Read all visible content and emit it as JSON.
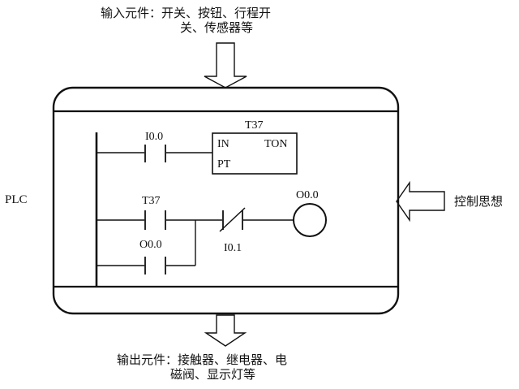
{
  "input_caption": {
    "line1": "输入元件：开关、按钮、行程开",
    "line2": "关、传感器等"
  },
  "output_caption": {
    "line1": "输出元件：接触器、继电器、电",
    "line2": "磁阀、显示灯等"
  },
  "plc_label": "PLC",
  "control_label": "控制思想",
  "rung1": {
    "contact_label": "I0.0",
    "timer": {
      "name": "T37",
      "in_label": "IN",
      "type_label": "TON",
      "pt_label": "PT"
    }
  },
  "rung2": {
    "contact_label": "T37",
    "nc_contact_label": "I0.1",
    "coil_label": "O0.0",
    "parallel_contact_label": "O0.0"
  }
}
